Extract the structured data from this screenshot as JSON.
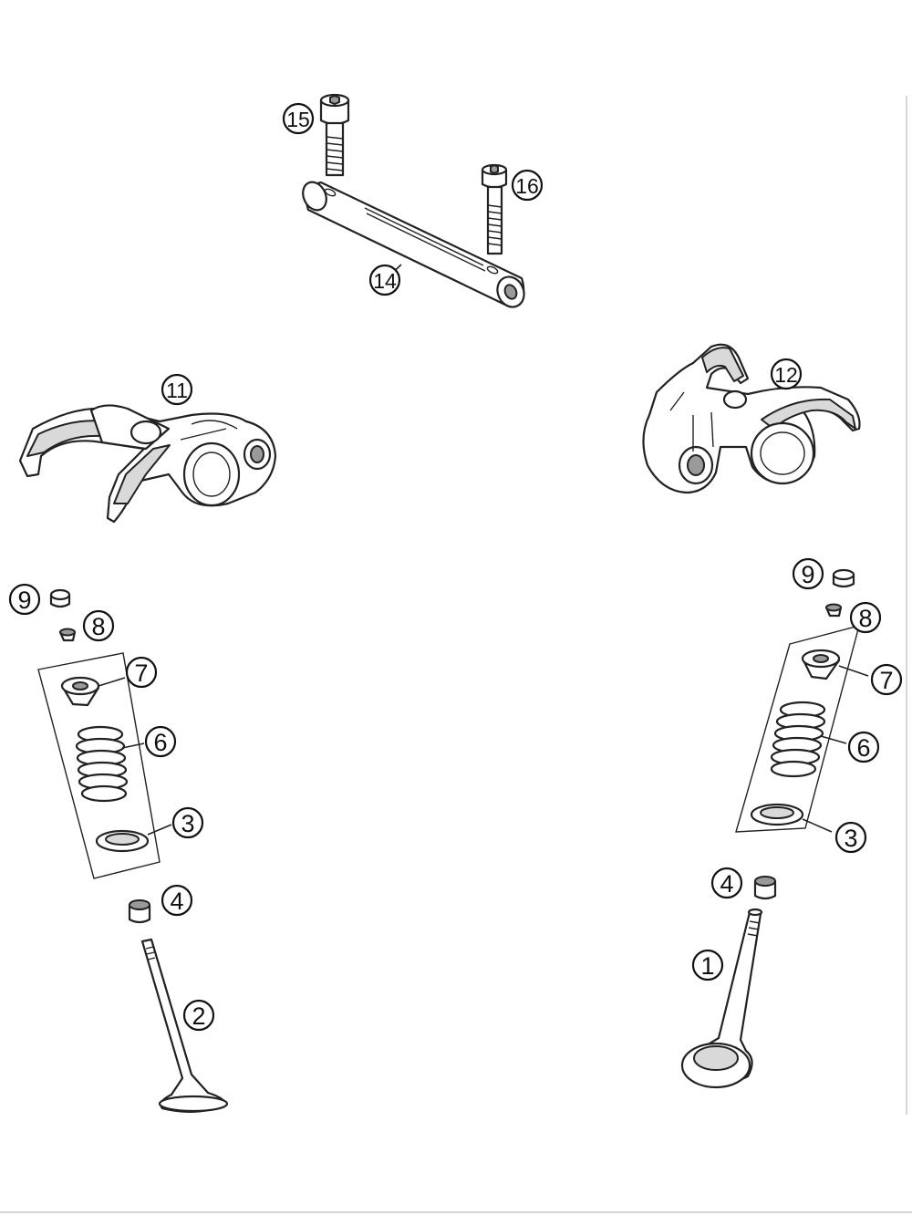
{
  "diagram": {
    "callouts": {
      "c15": "15",
      "c16": "16",
      "c14": "14",
      "c11": "11",
      "c12": "12",
      "c9l": "9",
      "c8l": "8",
      "c7l": "7",
      "c6l": "6",
      "c3l": "3",
      "c4l": "4",
      "c2": "2",
      "c9r": "9",
      "c8r": "8",
      "c7r": "7",
      "c6r": "6",
      "c3r": "3",
      "c4r": "4",
      "c1": "1"
    }
  }
}
